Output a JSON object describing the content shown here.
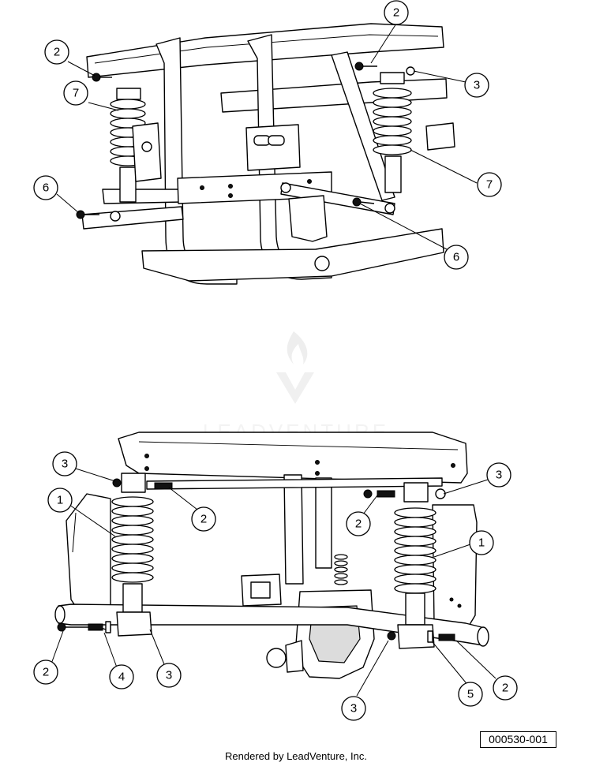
{
  "watermark": {
    "text": "LEADVENTURE"
  },
  "diagram_id": "000530-001",
  "footer": "Rendered by LeadVenture, Inc.",
  "top_view": {
    "callouts": [
      "2",
      "2",
      "3",
      "7",
      "7",
      "6",
      "6"
    ]
  },
  "bottom_view": {
    "callouts": [
      "3",
      "3",
      "2",
      "2",
      "1",
      "1",
      "2",
      "4",
      "3",
      "3",
      "5",
      "2"
    ]
  }
}
